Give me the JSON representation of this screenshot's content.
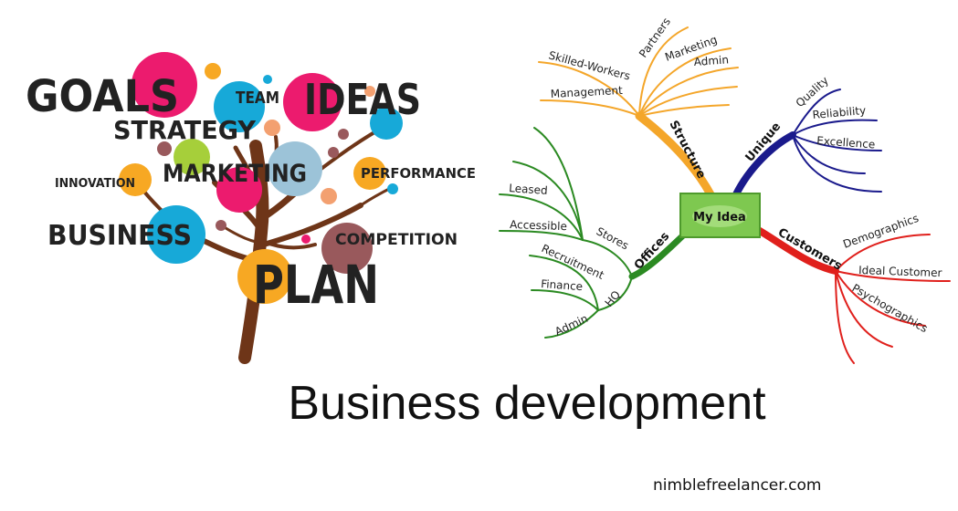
{
  "tree": {
    "words": {
      "goals": "GOALS",
      "team": "TEAM",
      "ideas": "IDEAS",
      "strategy": "STRATEGY",
      "innovation": "INNOVATION",
      "marketing": "MARKETING",
      "performance": "PERFORMANCE",
      "business": "BUSINESS",
      "competition": "COMPETITION",
      "plan": "PLAN"
    },
    "colors": {
      "pink": "#ec1b6e",
      "blue": "#17a9d8",
      "orange": "#f7a823",
      "green": "#a6cf3a",
      "lightblue": "#9cc3d8",
      "brown": "#99595c",
      "peach": "#f3a070",
      "trunk": "#6e3518"
    }
  },
  "mindmap": {
    "center": "My Idea",
    "branches": {
      "structure": {
        "label": "Structure",
        "color": "#f4a62a",
        "items": [
          "Management",
          "Skilled-Workers",
          "Partners",
          "Marketing",
          "Admin"
        ]
      },
      "unique": {
        "label": "Unique",
        "color": "#1a1a8c",
        "items": [
          "Quality",
          "Reliability",
          "Excellence"
        ]
      },
      "customers": {
        "label": "Customers",
        "color": "#e0201c",
        "items": [
          "Demographics",
          "Ideal Customer",
          "Psychographics"
        ]
      },
      "offices": {
        "label": "Offices",
        "color": "#2b8a22",
        "stores": {
          "label": "Stores",
          "items": [
            "Leased",
            "Accessible"
          ]
        },
        "hq": {
          "label": "HQ",
          "items": [
            "Recruitment",
            "Finance",
            "Admin"
          ]
        }
      }
    }
  },
  "title": "Business development",
  "footer": "nimblefreelancer.com"
}
